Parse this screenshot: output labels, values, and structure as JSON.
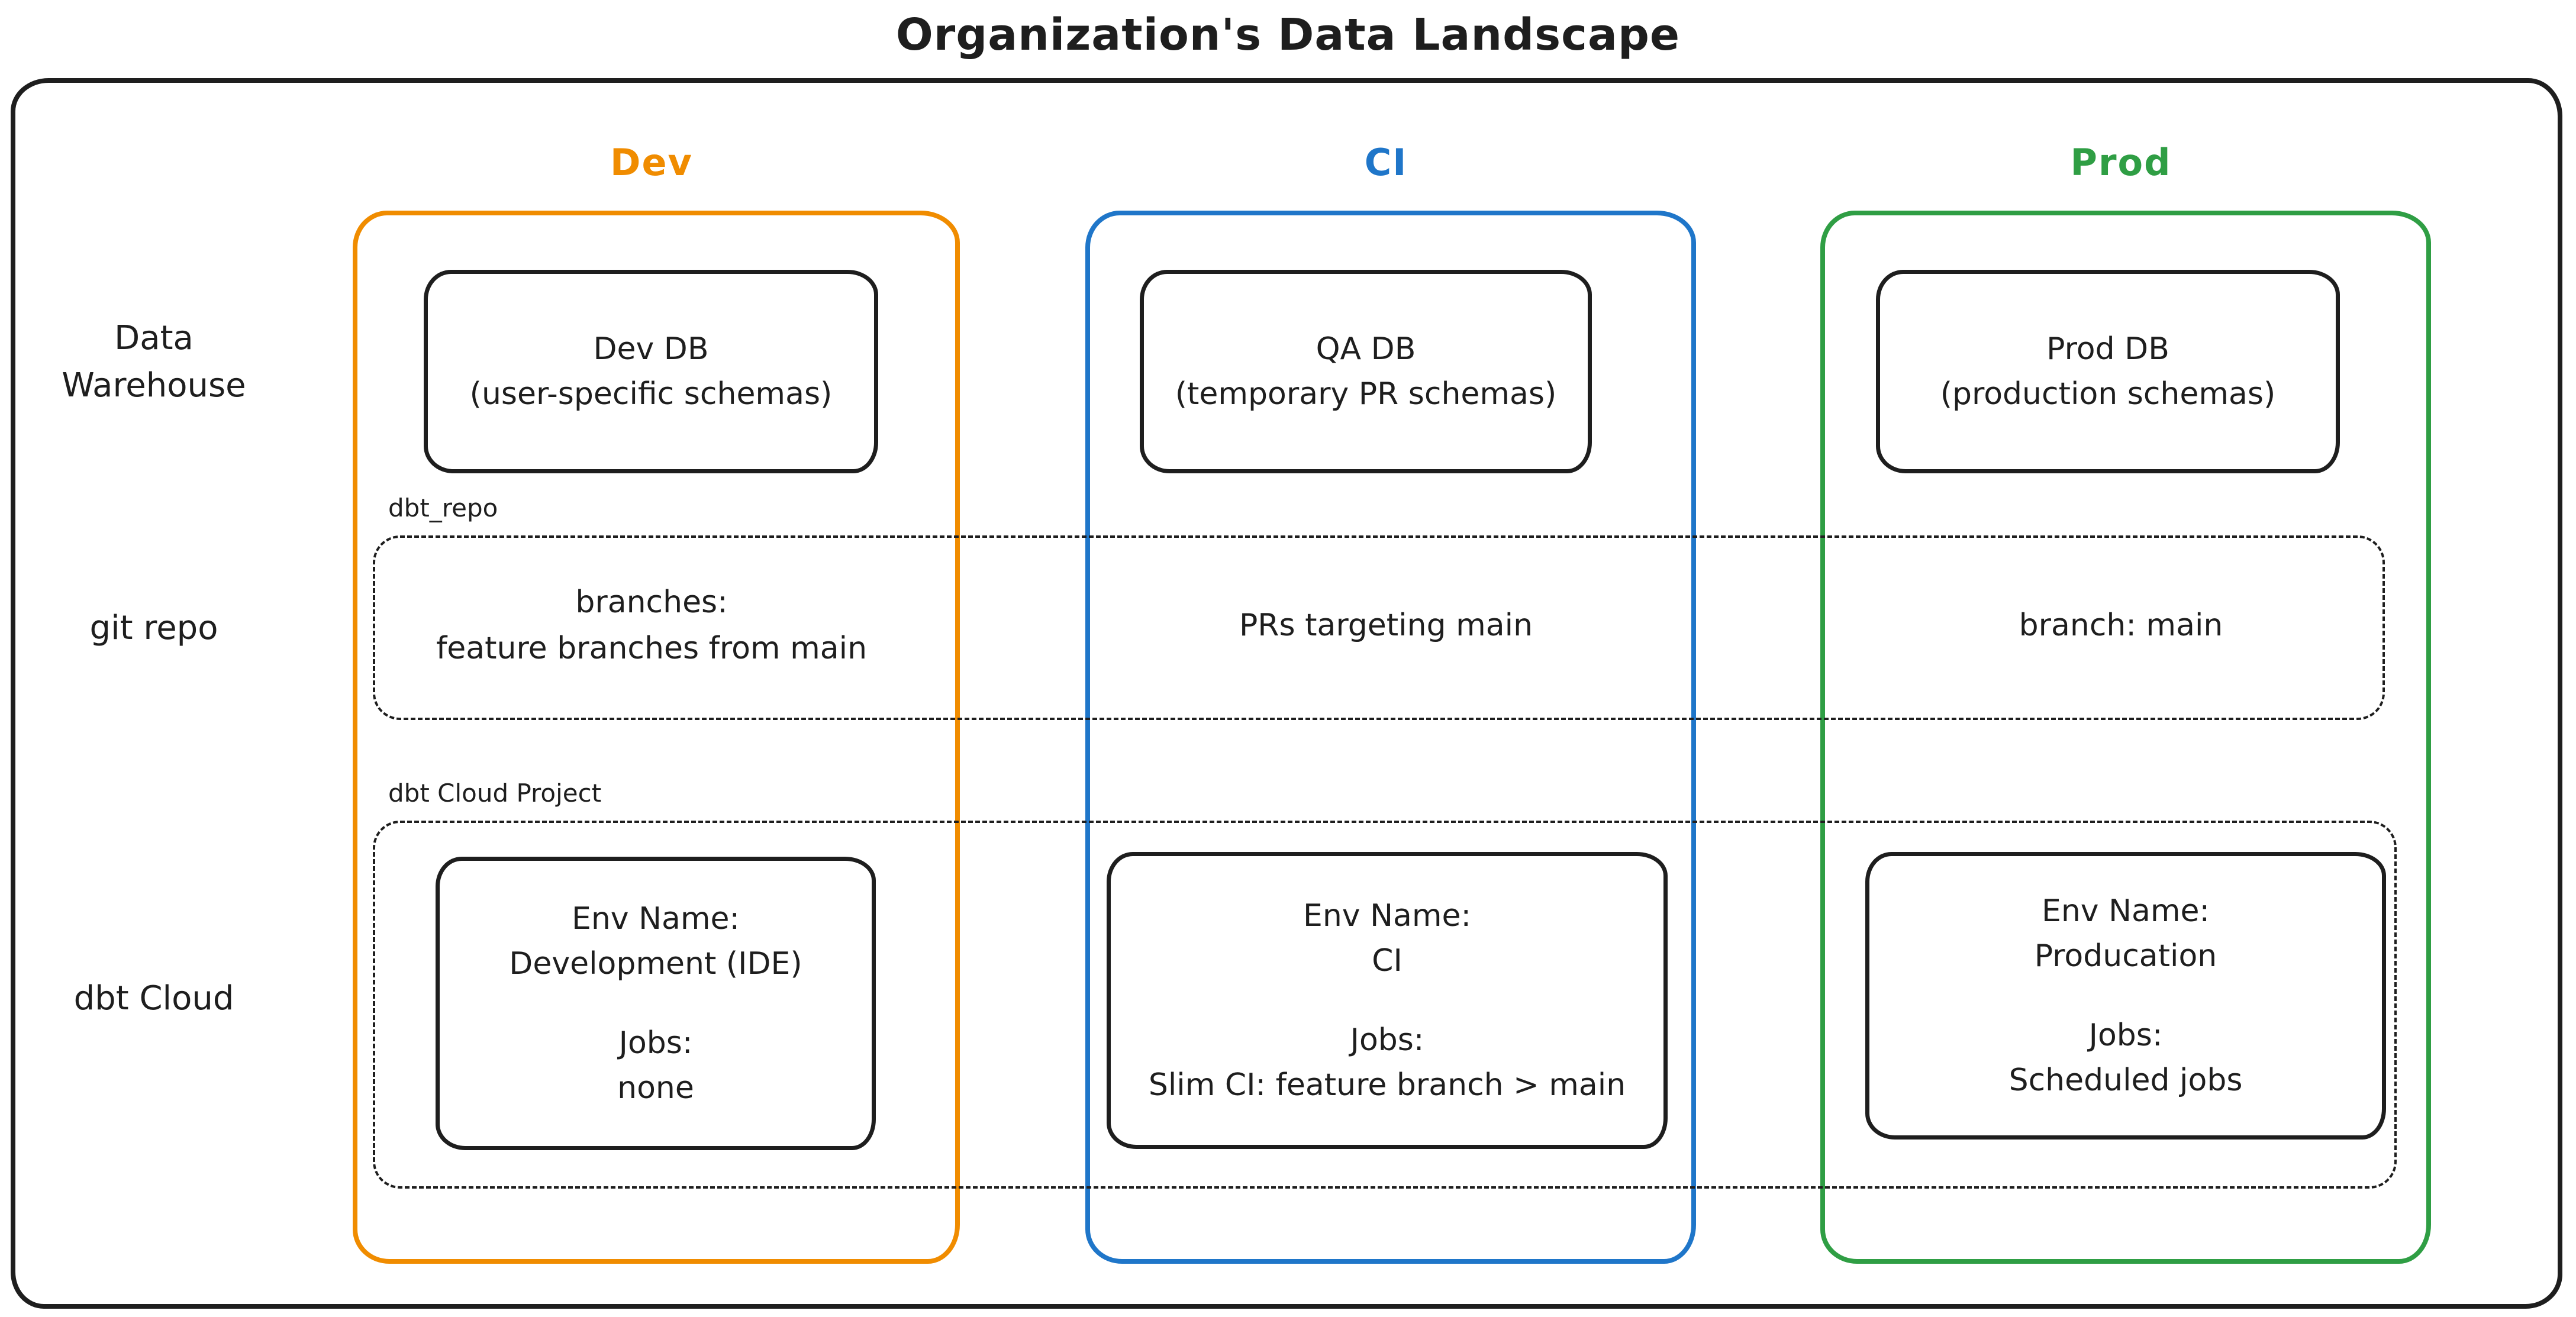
{
  "title": "Organization's Data Landscape",
  "palette": {
    "ink": "#1e1e1e",
    "dev_accent": "#f08c00",
    "ci_accent": "#1f76c9",
    "prod_accent": "#2f9e44",
    "background": "#ffffff"
  },
  "columns": {
    "dev": "Dev",
    "ci": "CI",
    "prod": "Prod"
  },
  "row_labels": {
    "warehouse_line1": "Data",
    "warehouse_line2": "Warehouse",
    "git": "git repo",
    "dbt": "dbt Cloud"
  },
  "warehouse_row": {
    "dev_line1": "Dev DB",
    "dev_line2": "(user-specific schemas)",
    "ci_line1": "QA DB",
    "ci_line2": "(temporary PR schemas)",
    "prod_line1": "Prod DB",
    "prod_line2": "(production schemas)"
  },
  "git_row": {
    "container_label": "dbt_repo",
    "dev_line1": "branches:",
    "dev_line2": "feature branches from main",
    "ci": "PRs targeting main",
    "prod": "branch: main"
  },
  "dbt_row": {
    "container_label": "dbt Cloud Project",
    "dev": {
      "env_label": "Env Name:",
      "env_value": "Development (IDE)",
      "jobs_label": "Jobs:",
      "jobs_value": "none"
    },
    "ci": {
      "env_label": "Env Name:",
      "env_value": "CI",
      "jobs_label": "Jobs:",
      "jobs_value": "Slim CI: feature branch > main"
    },
    "prod": {
      "env_label": "Env Name:",
      "env_value": "Producation",
      "jobs_label": "Jobs:",
      "jobs_value": "Scheduled jobs"
    }
  }
}
